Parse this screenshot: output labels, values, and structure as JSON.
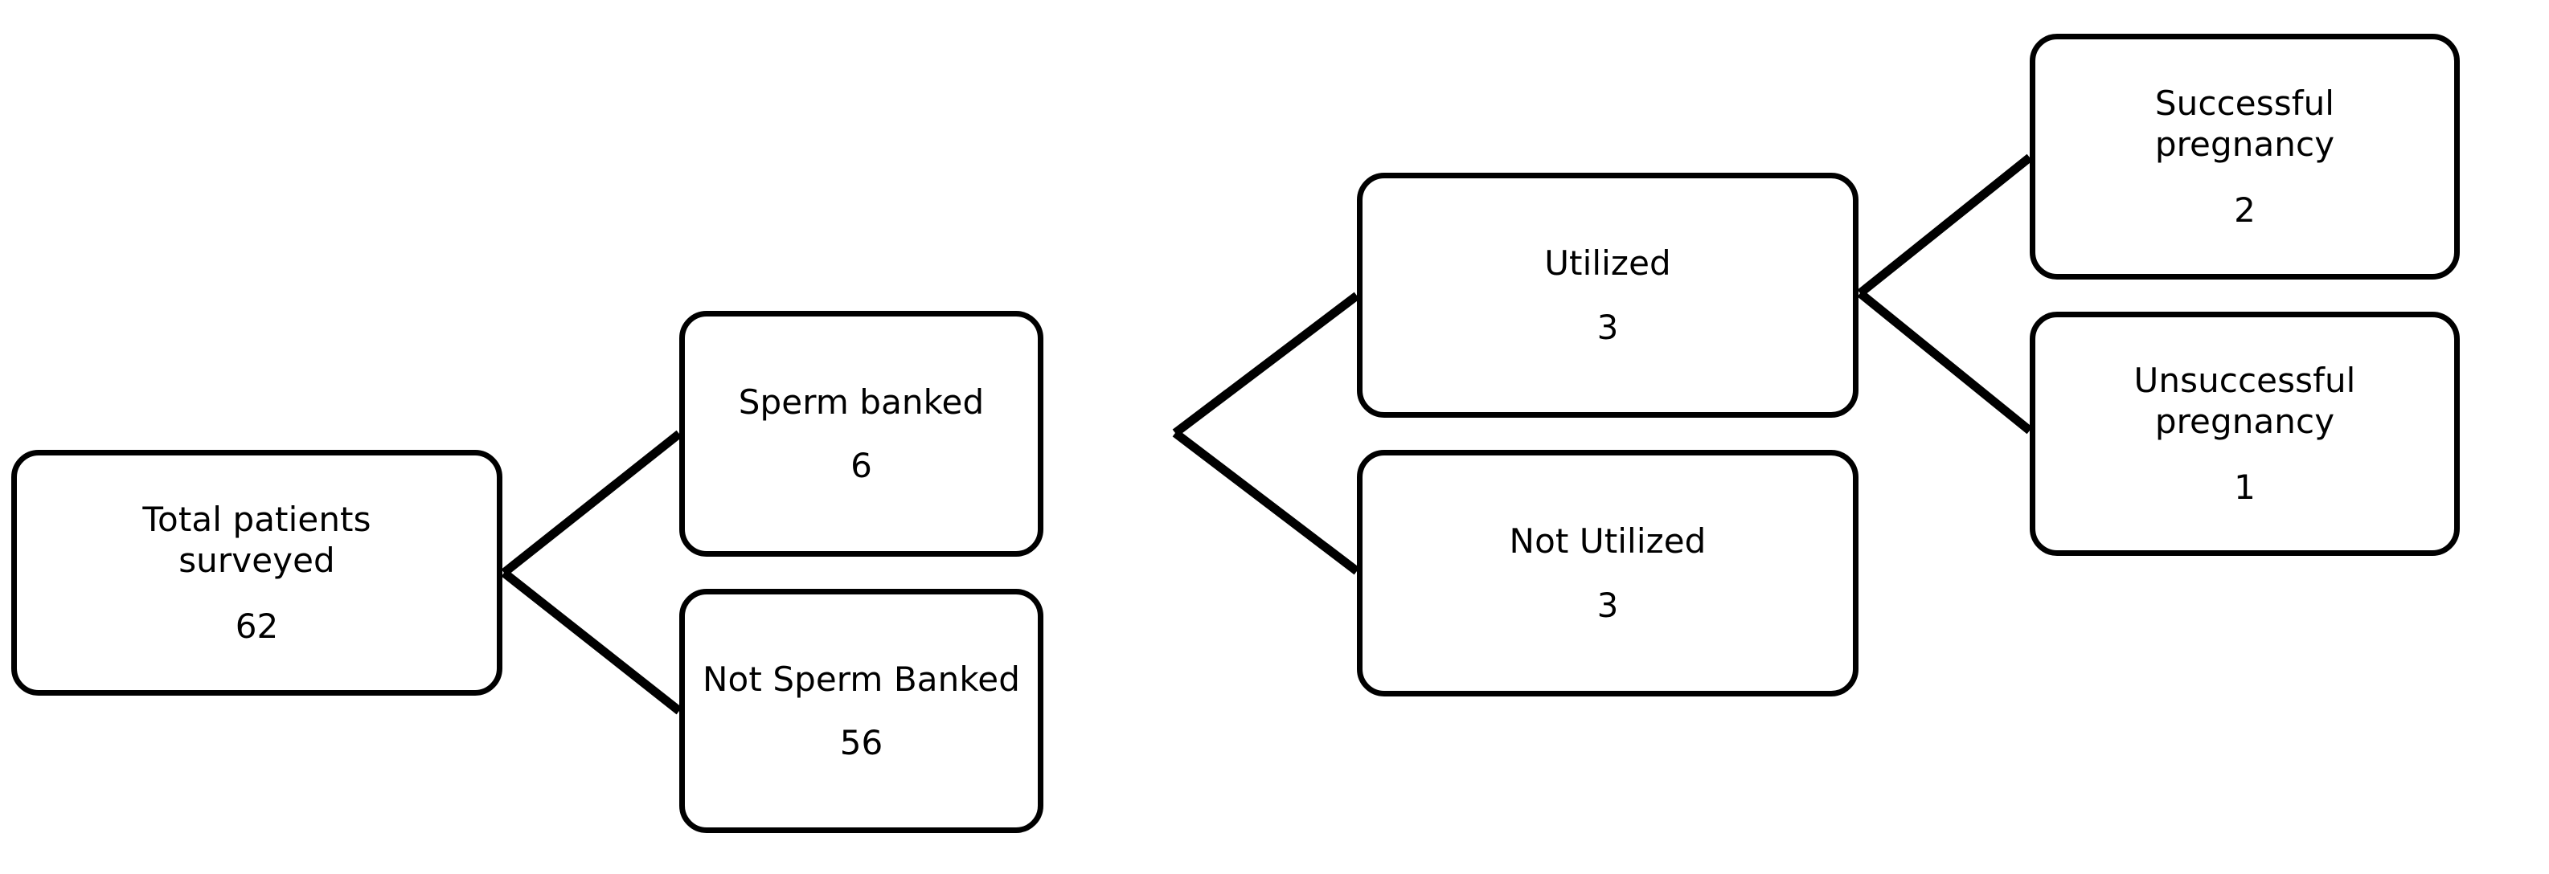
{
  "diagram": {
    "type": "flowchart",
    "title": "",
    "orientation": "left-to-right",
    "style": {
      "background": "#ffffff",
      "node_border_color": "#000000",
      "node_fill": "#ffffff",
      "edge_color": "#000000",
      "text_color": "#000000"
    },
    "nodes": [
      {
        "id": "total",
        "label": "Total patients\nsurveyed",
        "value": "62"
      },
      {
        "id": "banked",
        "label": "Sperm banked",
        "value": "6"
      },
      {
        "id": "not_banked",
        "label": "Not Sperm Banked",
        "value": "56"
      },
      {
        "id": "utilized",
        "label": "Utilized",
        "value": "3"
      },
      {
        "id": "not_utilized",
        "label": "Not Utilized",
        "value": "3"
      },
      {
        "id": "success",
        "label": "Successful\npregnancy",
        "value": "2"
      },
      {
        "id": "unsuccess",
        "label": "Unsuccessful\npregnancy",
        "value": "1"
      }
    ],
    "edges": [
      {
        "from": "total",
        "to": "banked"
      },
      {
        "from": "total",
        "to": "not_banked"
      },
      {
        "from": "banked",
        "to": "utilized"
      },
      {
        "from": "banked",
        "to": "not_utilized"
      },
      {
        "from": "utilized",
        "to": "success"
      },
      {
        "from": "utilized",
        "to": "unsuccess"
      }
    ]
  }
}
